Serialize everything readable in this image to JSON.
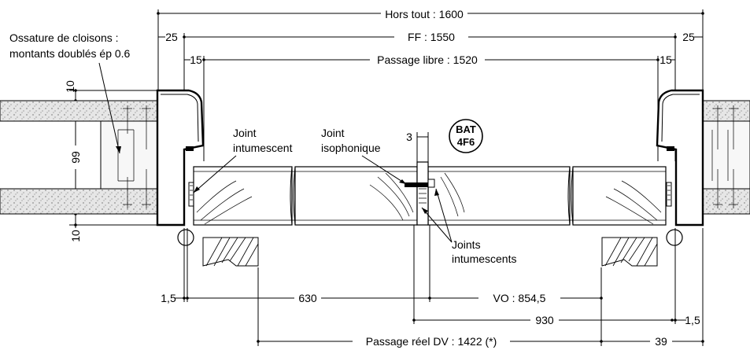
{
  "dimensions": {
    "hors_tout": "Hors tout : 1600",
    "ff": "FF : 1550",
    "passage_libre": "Passage libre : 1520",
    "left_25": "25",
    "right_25": "25",
    "left_15": "15",
    "right_15": "15",
    "vert_10_top": "10",
    "vert_99": "99",
    "vert_10_bottom": "10",
    "gap_3": "3",
    "b_1_5_left": "1,5",
    "b_630": "630",
    "b_vo": "VO : 854,5",
    "b_930": "930",
    "b_1_5_right": "1,5",
    "b_passage_reel": "Passage réel DV : 1422 (*)",
    "b_39": "39"
  },
  "labels": {
    "ossature_line1": "Ossature de cloisons :",
    "ossature_line2": "montants doublés ép 0.6",
    "joint_intumescent_1": "Joint",
    "joint_intumescent_2": "intumescent",
    "joint_isophonique_1": "Joint",
    "joint_isophonique_2": "isophonique",
    "joints_intumescents_1": "Joints",
    "joints_intumescents_2": "intumescents",
    "badge_line1": "BAT",
    "badge_line2": "4F6"
  }
}
